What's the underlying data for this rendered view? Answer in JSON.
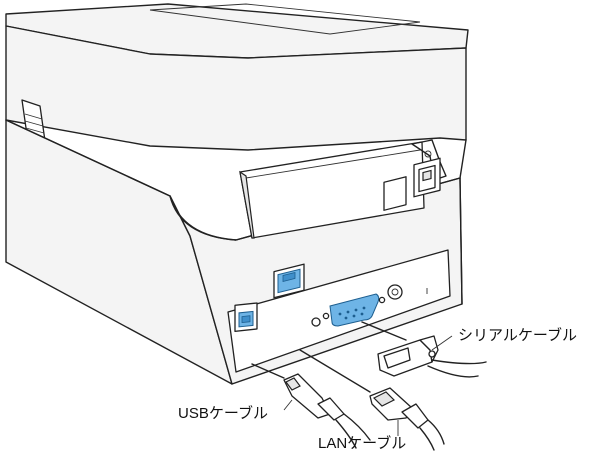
{
  "labels": {
    "serial_cable": "シリアルケーブル",
    "usb_cable": "USBケーブル",
    "lan_cable": "LANケーブル"
  },
  "colors": {
    "port_highlight": "#6eb4e6",
    "outline": "#222222",
    "body_fill": "#f4f4f4"
  },
  "icons": {
    "usb_port": "usb-port-icon",
    "lan_port": "lan-port-icon",
    "serial_port": "serial-port-icon",
    "power_jack": "power-jack-icon",
    "power_switch": "power-switch-icon"
  }
}
